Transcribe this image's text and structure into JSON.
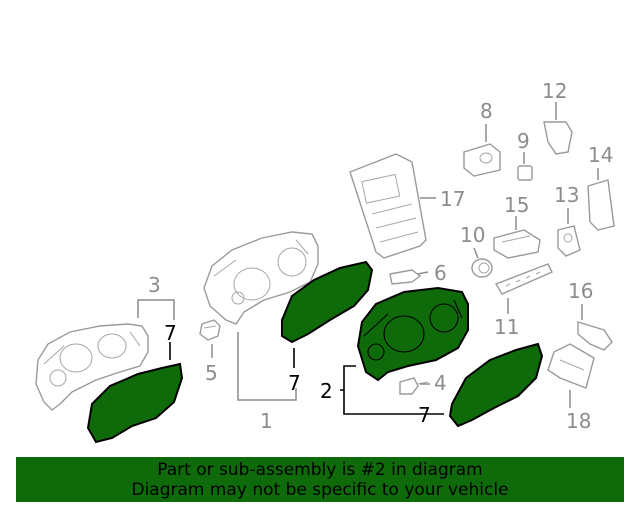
{
  "diagram": {
    "callouts": [
      {
        "id": "1",
        "label": "1",
        "highlight": false
      },
      {
        "id": "2",
        "label": "2",
        "highlight": true
      },
      {
        "id": "3",
        "label": "3",
        "highlight": false
      },
      {
        "id": "4",
        "label": "4",
        "highlight": false
      },
      {
        "id": "5",
        "label": "5",
        "highlight": false
      },
      {
        "id": "6",
        "label": "6",
        "highlight": false
      },
      {
        "id": "7a",
        "label": "7",
        "highlight": true
      },
      {
        "id": "7b",
        "label": "7",
        "highlight": true
      },
      {
        "id": "7c",
        "label": "7",
        "highlight": true
      },
      {
        "id": "8",
        "label": "8",
        "highlight": false
      },
      {
        "id": "9",
        "label": "9",
        "highlight": false
      },
      {
        "id": "10",
        "label": "10",
        "highlight": false
      },
      {
        "id": "11",
        "label": "11",
        "highlight": false
      },
      {
        "id": "12",
        "label": "12",
        "highlight": false
      },
      {
        "id": "13",
        "label": "13",
        "highlight": false
      },
      {
        "id": "14",
        "label": "14",
        "highlight": false
      },
      {
        "id": "15",
        "label": "15",
        "highlight": false
      },
      {
        "id": "16",
        "label": "16",
        "highlight": false
      },
      {
        "id": "17",
        "label": "17",
        "highlight": false
      },
      {
        "id": "18",
        "label": "18",
        "highlight": false
      }
    ],
    "colors": {
      "highlight": "#0f6b0a",
      "callout_gray": "#8c8c8c",
      "outline_gray": "#9a9a9a"
    }
  },
  "banner": {
    "line1": "Part or sub-assembly is #2 in diagram",
    "line2": "Diagram may not be specific to your vehicle"
  }
}
